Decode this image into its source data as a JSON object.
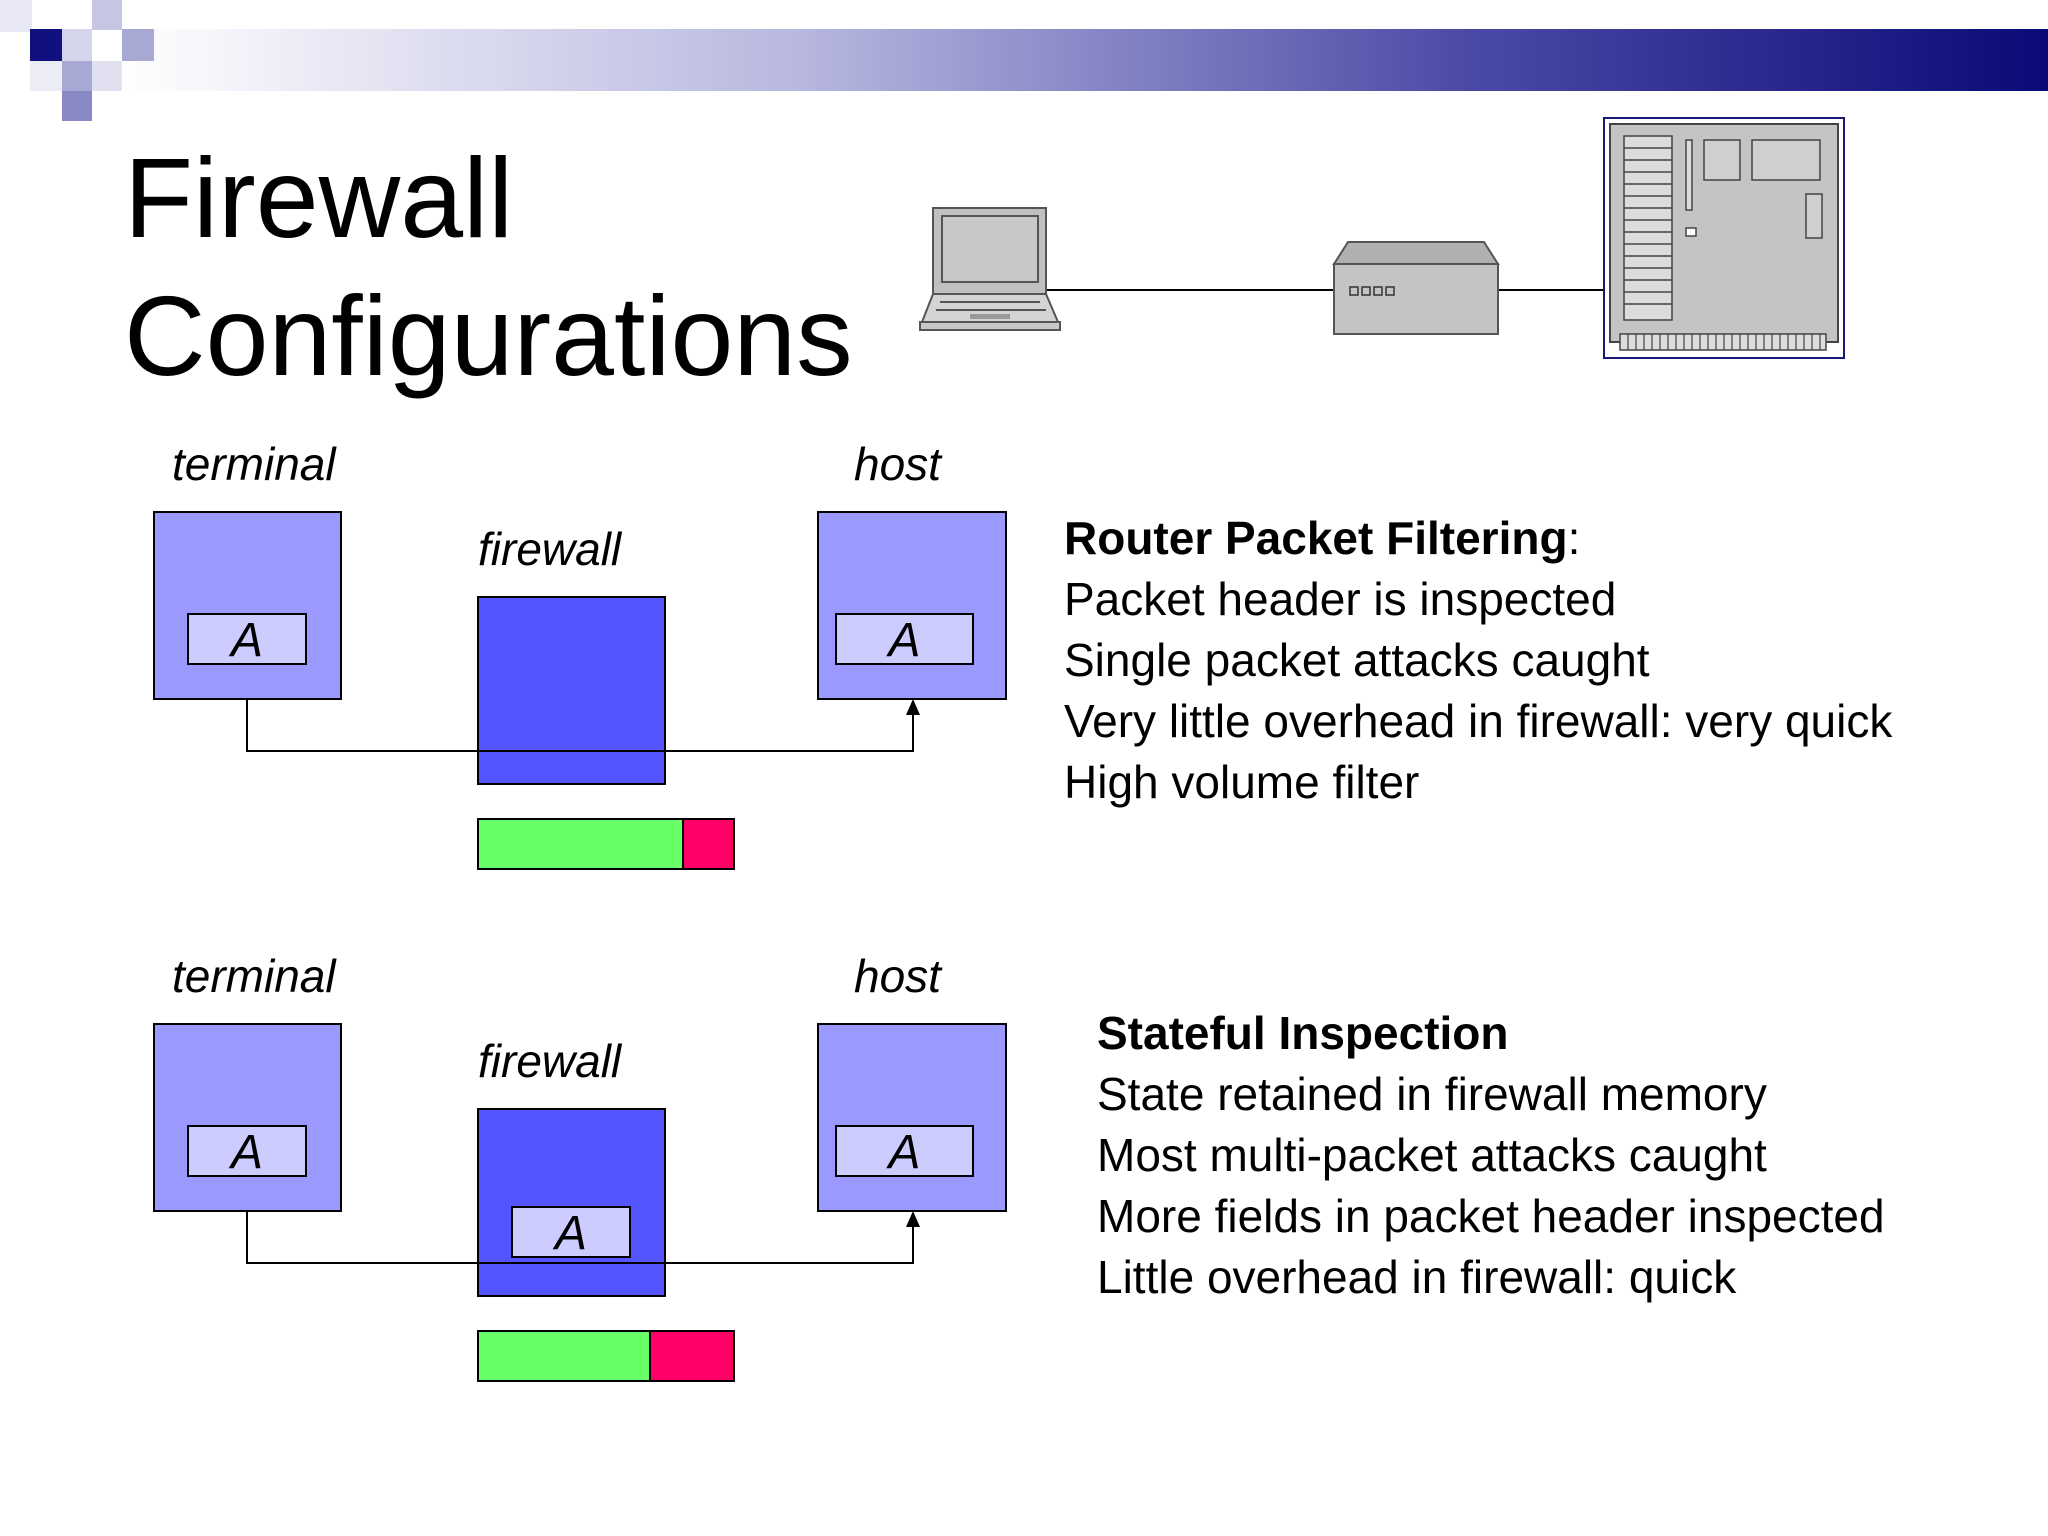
{
  "title": {
    "line1": "Firewall",
    "line2": "Configurations"
  },
  "colors": {
    "node_light": "#9999ff",
    "firewall": "#5555ff",
    "app_box": "#ccccff",
    "bar_green": "#66ff66",
    "bar_red": "#ff0066",
    "banner_dark": "#0a0a78",
    "device_gray": "#c0c0c0"
  },
  "icons": [
    "laptop-icon",
    "router-icon",
    "server-icon"
  ],
  "diagrams": [
    {
      "terminal_label": "terminal",
      "firewall_label": "firewall",
      "host_label": "host",
      "app_label": "A",
      "firewall_has_app": false,
      "bar_green_fraction": 0.8
    },
    {
      "terminal_label": "terminal",
      "firewall_label": "firewall",
      "host_label": "host",
      "app_label": "A",
      "firewall_has_app": true,
      "bar_green_fraction": 0.67
    }
  ],
  "sections": [
    {
      "heading": "Router Packet Filtering",
      "heading_suffix": ":",
      "lines": [
        "Packet header is inspected",
        "Single packet attacks caught",
        "Very little overhead in firewall: very quick",
        "High volume filter"
      ]
    },
    {
      "heading": "Stateful Inspection",
      "heading_suffix": "",
      "lines": [
        "State retained in firewall memory",
        "Most multi-packet attacks caught",
        "More fields in packet header inspected",
        "Little overhead in firewall: quick"
      ]
    }
  ]
}
